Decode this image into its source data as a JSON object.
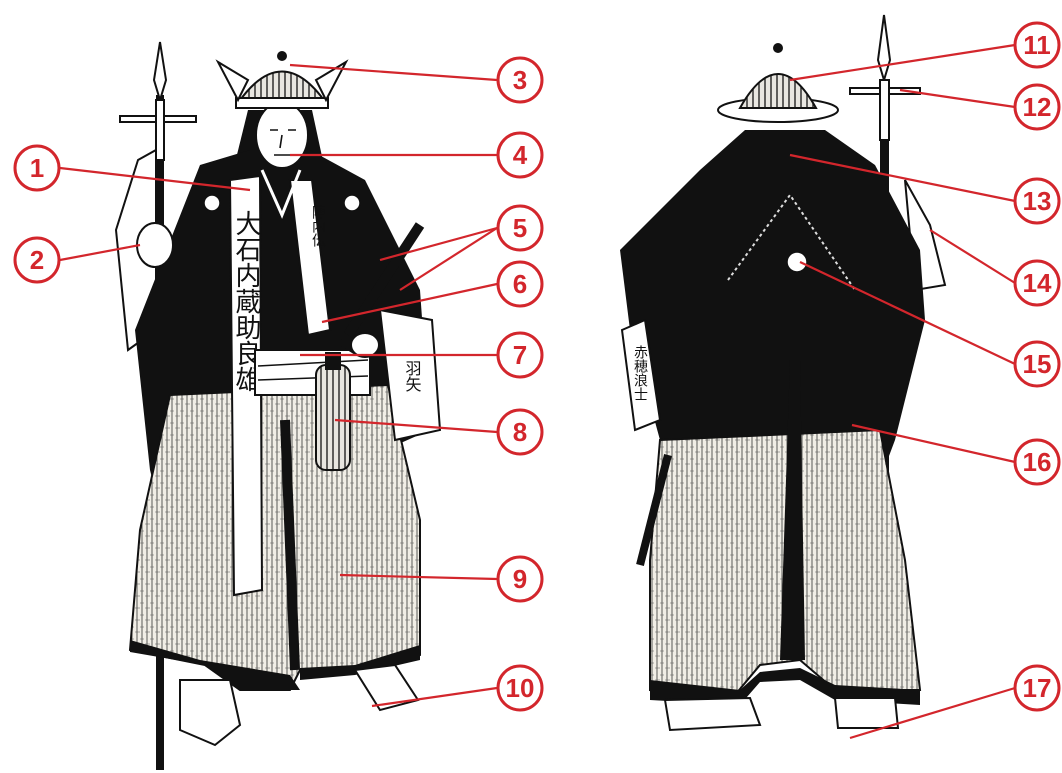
{
  "style": {
    "accent": "#d3262c",
    "ink": "#111111",
    "paper": "#ffffff",
    "fabric": "#f1eee6"
  },
  "figures": [
    {
      "view": "front",
      "banner_text": "大石内蔵助良雄",
      "sleeve_text": "陣内伝",
      "hem_text": "羽矢"
    },
    {
      "view": "back",
      "sleeve_text": "赤穂浪士"
    }
  ],
  "callouts": [
    {
      "label": "1"
    },
    {
      "label": "2"
    },
    {
      "label": "3"
    },
    {
      "label": "4"
    },
    {
      "label": "5"
    },
    {
      "label": "6"
    },
    {
      "label": "7"
    },
    {
      "label": "8"
    },
    {
      "label": "9"
    },
    {
      "label": "10"
    },
    {
      "label": "11"
    },
    {
      "label": "12"
    },
    {
      "label": "13"
    },
    {
      "label": "14"
    },
    {
      "label": "15"
    },
    {
      "label": "16"
    },
    {
      "label": "17"
    }
  ]
}
